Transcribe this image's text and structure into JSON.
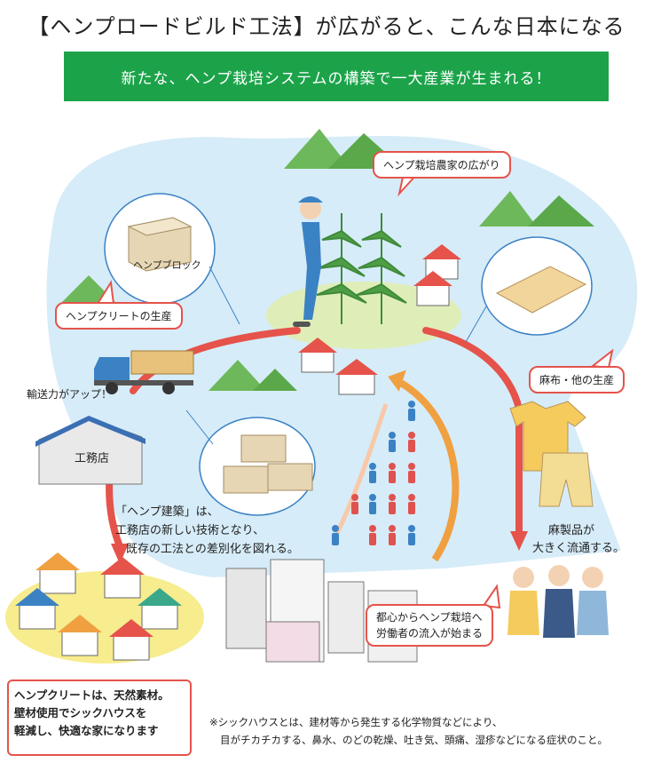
{
  "title": "【ヘンプロードビルド工法】が広がると、こんな日本になる",
  "banner": "新たな、ヘンプ栽培システムの構築で一大産業が生まれる！",
  "callouts": {
    "farmers": "ヘンプ栽培農家の広がり",
    "hempcrete": "ヘンプクリートの生産",
    "textile": "麻布・他の生産",
    "migration_1": "都心からヘンプ栽培へ",
    "migration_2": "労働者の流入が始まる"
  },
  "labels": {
    "hemp_block": "ヘンプブロック",
    "transport": "輸送力がアップ！",
    "workshop": "工務店",
    "construction_1": "「ヘンプ建築」は、",
    "construction_2": "工務店の新しい技術となり、",
    "construction_3": "既存の工法との差別化を図れる。",
    "products_1": "麻製品が",
    "products_2": "大きく流通する。"
  },
  "note": {
    "line1": "ヘンプクリートは、天然素材。",
    "line2": "壁材使用でシックハウスを",
    "line3": "軽減し、快適な家になります"
  },
  "footnote": {
    "line1": "※シックハウスとは、建材等から発生する化学物質などにより、",
    "line2": "目がチカチカする、鼻水、のどの乾燥、吐き気、頭痛、湿疹などになる症状のこと。"
  },
  "colors": {
    "banner_green": "#1ca34a",
    "arrow_red": "#e5534b",
    "arrow_orange": "#f0a040",
    "sky_blue": "#d6ecf8",
    "figure_red": "#e0524f",
    "figure_blue": "#3b82c4"
  }
}
